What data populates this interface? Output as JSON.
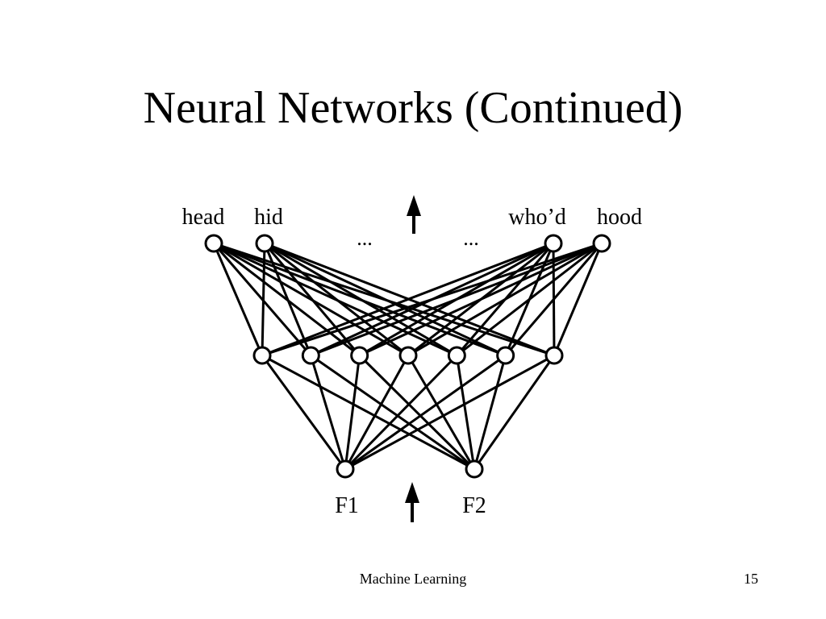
{
  "slide": {
    "title": "Neural Networks (Continued)",
    "footer_text": "Machine Learning",
    "page_number": "15"
  },
  "diagram": {
    "output_labels": [
      "head",
      "hid",
      "who’d",
      "hood"
    ],
    "output_ellipsis": [
      "...",
      "..."
    ],
    "input_labels": [
      "F1",
      "F2"
    ],
    "hidden_node_count": 7,
    "connectivity": "fully-connected"
  }
}
